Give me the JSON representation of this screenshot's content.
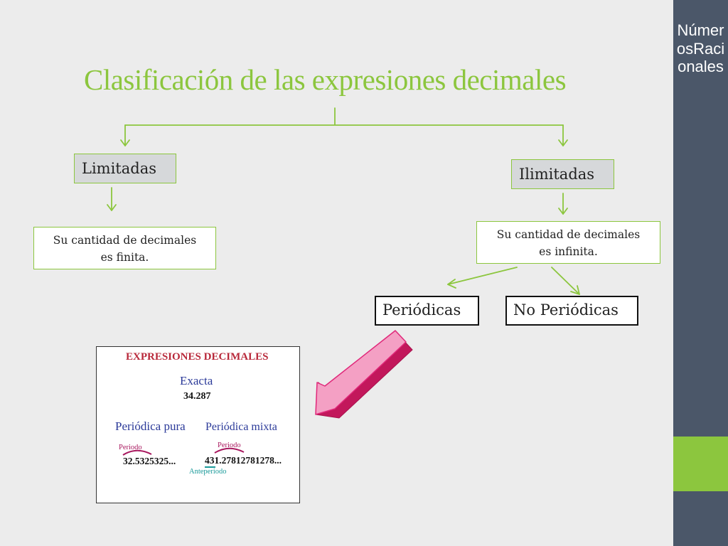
{
  "title": "Clasificación de las expresiones decimales",
  "sidebar": {
    "text": "NúmerosRacionales"
  },
  "nodes": {
    "limitadas": "Limitadas",
    "ilimitadas": "Ilimitadas",
    "finita_line1": "Su cantidad de decimales",
    "finita_line2": "es finita.",
    "infinita_line1": "Su cantidad de decimales",
    "infinita_line2": "es infinita.",
    "periodicas": "Periódicas",
    "no_periodicas": "No Periódicas"
  },
  "inset": {
    "title": "EXPRESIONES DECIMALES",
    "exacta_label": "Exacta",
    "exacta_value": "34.287",
    "pura_label": "Periódica pura",
    "mixta_label": "Periódica mixta",
    "periodo_label_1": "Periodo",
    "periodo_label_2": "Periodo",
    "pura_value": "32.5325325...",
    "mixta_value": "431.27812781278...",
    "anteperiodo_label": "Anteperiodo"
  },
  "colors": {
    "accent_green": "#8cc63e",
    "sidebar_slate": "#4b5769",
    "pink_arrow": "#f4a0c4",
    "pink_arrow_stroke": "#e0287a"
  }
}
